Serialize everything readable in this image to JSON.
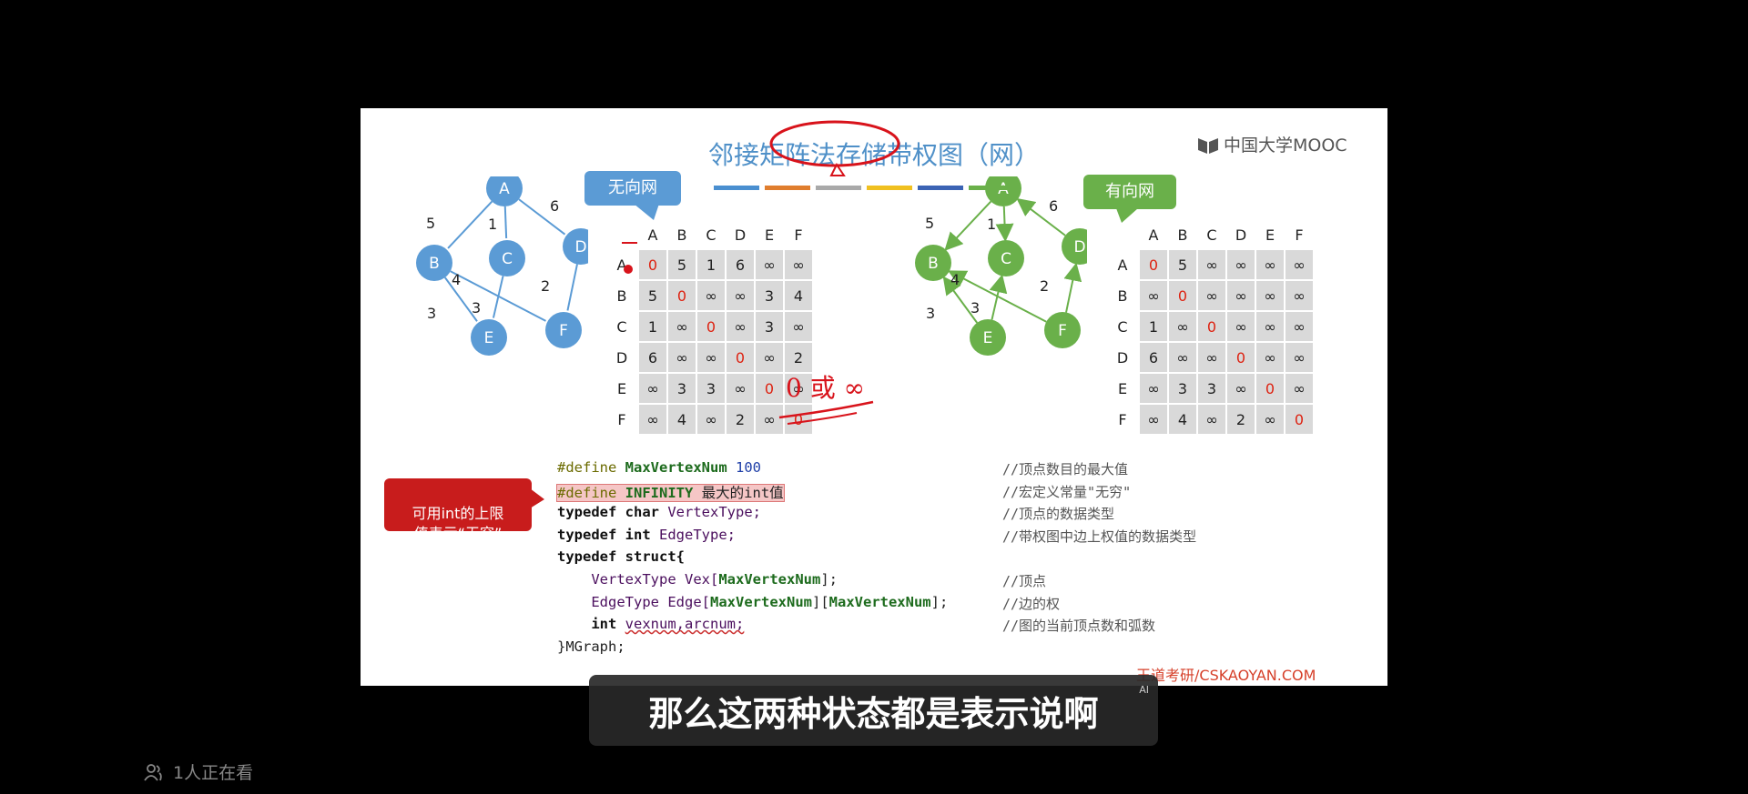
{
  "slide": {
    "title": "邻接矩阵法存储带权图（网）",
    "logo": "中国大学MOOC",
    "brand": "王道考研/CSKAOYAN.COM",
    "colorbars": [
      "#4a8fd0",
      "#e07e2e",
      "#a9a9a9",
      "#f0c020",
      "#3b63b4",
      "#6ab04a"
    ],
    "callout_undirected": "无向网",
    "callout_directed": "有向网",
    "callout_infinity": "可用int的上限\n值表示“无穷”",
    "handwriting": "0 或 ∞",
    "colors": {
      "undirected_node": "#5b9bd5",
      "directed_node": "#6ab04a",
      "callout_red": "#c81c1c"
    }
  },
  "undirected_graph": {
    "nodes": [
      "A",
      "B",
      "C",
      "D",
      "E",
      "F"
    ],
    "weights": [
      "5",
      "1",
      "6",
      "4",
      "2",
      "3",
      "3"
    ]
  },
  "directed_graph": {
    "nodes": [
      "A",
      "B",
      "C",
      "D",
      "E",
      "F"
    ],
    "weights": [
      "5",
      "1",
      "6",
      "4",
      "2",
      "3",
      "3"
    ]
  },
  "matrix_undirected": {
    "cols": [
      "A",
      "B",
      "C",
      "D",
      "E",
      "F"
    ],
    "rows": [
      "A",
      "B",
      "C",
      "D",
      "E",
      "F"
    ],
    "cells": [
      [
        "0",
        "5",
        "1",
        "6",
        "∞",
        "∞"
      ],
      [
        "5",
        "0",
        "∞",
        "∞",
        "3",
        "4"
      ],
      [
        "1",
        "∞",
        "0",
        "∞",
        "3",
        "∞"
      ],
      [
        "6",
        "∞",
        "∞",
        "0",
        "∞",
        "2"
      ],
      [
        "∞",
        "3",
        "3",
        "∞",
        "0",
        "∞"
      ],
      [
        "∞",
        "4",
        "∞",
        "2",
        "∞",
        "0"
      ]
    ]
  },
  "matrix_directed": {
    "cols": [
      "A",
      "B",
      "C",
      "D",
      "E",
      "F"
    ],
    "rows": [
      "A",
      "B",
      "C",
      "D",
      "E",
      "F"
    ],
    "cells": [
      [
        "0",
        "5",
        "∞",
        "∞",
        "∞",
        "∞"
      ],
      [
        "∞",
        "0",
        "∞",
        "∞",
        "∞",
        "∞"
      ],
      [
        "1",
        "∞",
        "0",
        "∞",
        "∞",
        "∞"
      ],
      [
        "6",
        "∞",
        "∞",
        "0",
        "∞",
        "∞"
      ],
      [
        "∞",
        "3",
        "3",
        "∞",
        "0",
        "∞"
      ],
      [
        "∞",
        "4",
        "∞",
        "2",
        "∞",
        "0"
      ]
    ]
  },
  "code": {
    "l1a": "#define",
    "l1b": "MaxVertexNum",
    "l1c": "100",
    "l2a": "#define",
    "l2b": "INFINITY",
    "l2c": "最大的int值",
    "l3a": "typedef",
    "l3b": "char",
    "l3c": "VertexType;",
    "l4a": "typedef",
    "l4b": "int",
    "l4c": "EdgeType;",
    "l5a": "typedef",
    "l5b": "struct{",
    "l6a": "VertexType",
    "l6b": "Vex[",
    "l6c": "MaxVertexNum",
    "l6d": "];",
    "l7a": "EdgeType",
    "l7b": "Edge[",
    "l7c": "MaxVertexNum",
    "l7d": "][",
    "l7e": "MaxVertexNum",
    "l7f": "];",
    "l8a": "int",
    "l8b": "vexnum,arcnum;",
    "l9a": "}MGraph;"
  },
  "comments": [
    "//顶点数目的最大值",
    "//宏定义常量\"无穷\"",
    "//顶点的数据类型",
    "//带权图中边上权值的数据类型",
    "",
    "//顶点",
    "//边的权",
    "//图的当前顶点数和弧数"
  ],
  "subtitle": {
    "text": "那么这两种状态都是表示说啊",
    "ai_badge": "AI"
  },
  "viewers": {
    "text": "1人正在看"
  }
}
